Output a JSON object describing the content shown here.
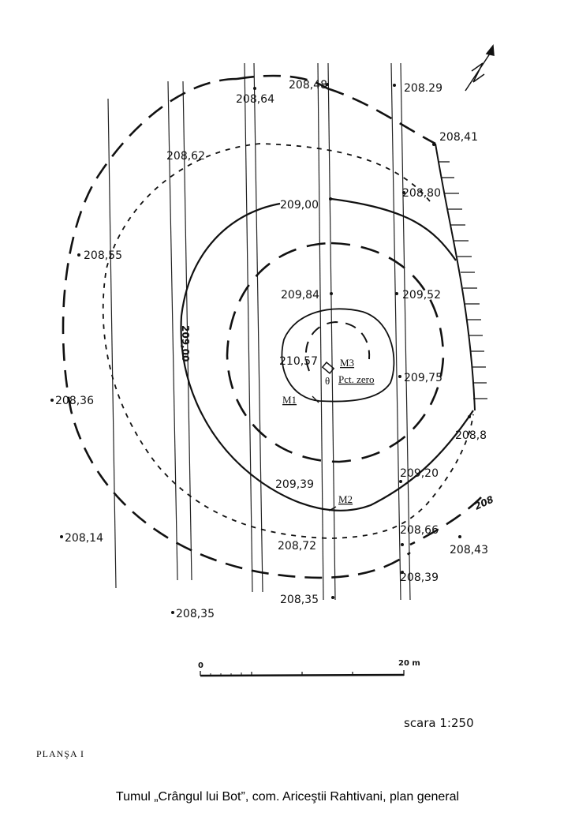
{
  "plan": {
    "elevations": [
      {
        "id": "e1",
        "text": "208,64"
      },
      {
        "id": "e2",
        "text": "208,48"
      },
      {
        "id": "e3",
        "text": "208.29"
      },
      {
        "id": "e4",
        "text": "208,41"
      },
      {
        "id": "e5",
        "text": "208,62"
      },
      {
        "id": "e6",
        "text": "208,80"
      },
      {
        "id": "e7",
        "text": "209,00"
      },
      {
        "id": "e8",
        "text": "208,55"
      },
      {
        "id": "e9",
        "text": "209,84"
      },
      {
        "id": "e10",
        "text": "209,52"
      },
      {
        "id": "e11",
        "text": "210,57"
      },
      {
        "id": "e12",
        "text": "209,75"
      },
      {
        "id": "e13",
        "text": "208,36"
      },
      {
        "id": "e14",
        "text": "208,8"
      },
      {
        "id": "e15",
        "text": "209,39"
      },
      {
        "id": "e16",
        "text": "209,20"
      },
      {
        "id": "e17",
        "text": "208,66"
      },
      {
        "id": "e18",
        "text": "208,43"
      },
      {
        "id": "e19",
        "text": "208,14"
      },
      {
        "id": "e20",
        "text": "208,72"
      },
      {
        "id": "e21",
        "text": "208,39"
      },
      {
        "id": "e22",
        "text": "208,35"
      },
      {
        "id": "e23",
        "text": "208,35"
      }
    ],
    "contour_labels": {
      "c209": "209,00",
      "c208": "208"
    },
    "markers": {
      "m1": "M1",
      "m2": "M2",
      "m3": "M3",
      "zero": "Pct. zero",
      "theta": "θ"
    },
    "scale_bar": {
      "start": "0",
      "end": "20 m",
      "scale": "scara 1:250"
    }
  },
  "plate_label": "PLANŞA I",
  "caption": "Tumul „Crângul lui Bot”, com. Ariceştii Rahtivani, plan general"
}
